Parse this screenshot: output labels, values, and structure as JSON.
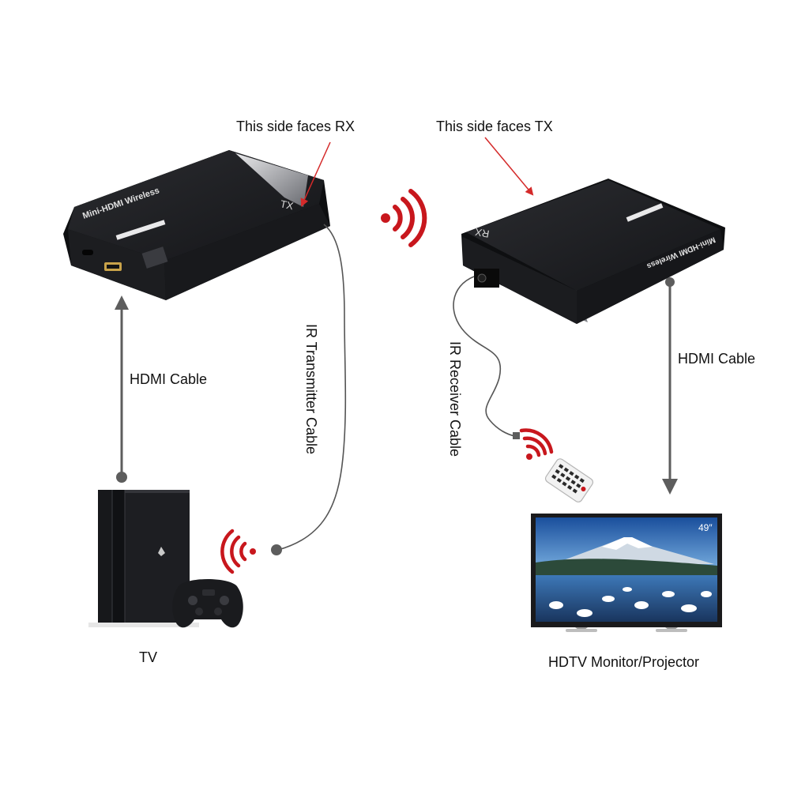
{
  "labels": {
    "tx_side": "This side faces RX",
    "rx_side": "This side faces TX",
    "hdmi_cable_left": "HDMI Cable",
    "hdmi_cable_right": "HDMI Cable",
    "ir_transmitter_cable": "IR Transmitter Cable",
    "ir_receiver_cable": "IR Receiver Cable",
    "source_device": "TV",
    "display_device": "HDTV Monitor/Projector"
  },
  "devices": {
    "transmitter": {
      "brand": "Mini-HDMI Wireless",
      "badge": "TX"
    },
    "receiver": {
      "brand": "Mini-HDMI Wireless",
      "badge": "RX"
    },
    "monitor": {
      "size": "49″"
    }
  },
  "colors": {
    "signal": "#c8171d",
    "pointer": "#d42a2a",
    "connector": "#5d5d5d",
    "device_body": "#222326"
  },
  "icons": [
    "wireless-signal-icon",
    "remote-control-icon",
    "game-console-icon",
    "gamepad-icon",
    "hdtv-icon"
  ]
}
